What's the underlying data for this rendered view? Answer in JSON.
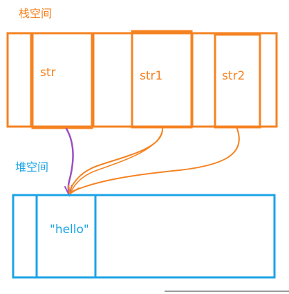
{
  "stack": {
    "title": "栈空间",
    "variables": [
      {
        "label": "str"
      },
      {
        "label": "str1"
      },
      {
        "label": "str2"
      }
    ]
  },
  "heap": {
    "title": "堆空间",
    "value": "\"hello\""
  },
  "colors": {
    "stack": "#f58220",
    "heap": "#1aa3e6",
    "direct_reference": "#9b4fc2"
  }
}
